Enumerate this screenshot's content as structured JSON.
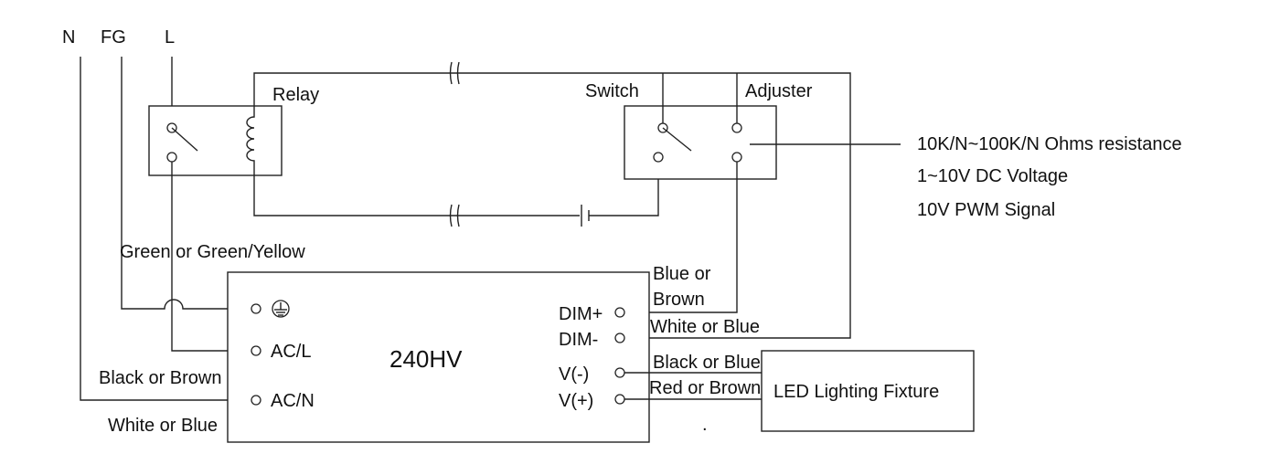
{
  "terminals_top": {
    "n": "N",
    "fg": "FG",
    "l": "L"
  },
  "relay": {
    "label": "Relay"
  },
  "switch": {
    "label": "Switch"
  },
  "adjuster": {
    "label": "Adjuster"
  },
  "signal_options": [
    "10K/N~100K/N Ohms resistance",
    "1~10V DC Voltage",
    "10V PWM Signal"
  ],
  "driver": {
    "title": "240HV",
    "left_terminals": {
      "ac_l": "AC/L",
      "ac_n": "AC/N"
    },
    "right_terminals": {
      "dim_plus": "DIM+",
      "dim_minus": "DIM-",
      "v_minus": "V(-)",
      "v_plus": "V(+)"
    }
  },
  "wire_colors": {
    "fg": "Green or Green/Yellow",
    "l": "Black or Brown",
    "n": "White or Blue",
    "dim_plus_1": "Blue or",
    "dim_plus_2": "Brown",
    "dim_minus": "White or Blue",
    "v_minus": "Black or Blue",
    "v_plus": "Red or Brown"
  },
  "fixture": {
    "label": "LED Lighting Fixture"
  },
  "stray_mark": "."
}
